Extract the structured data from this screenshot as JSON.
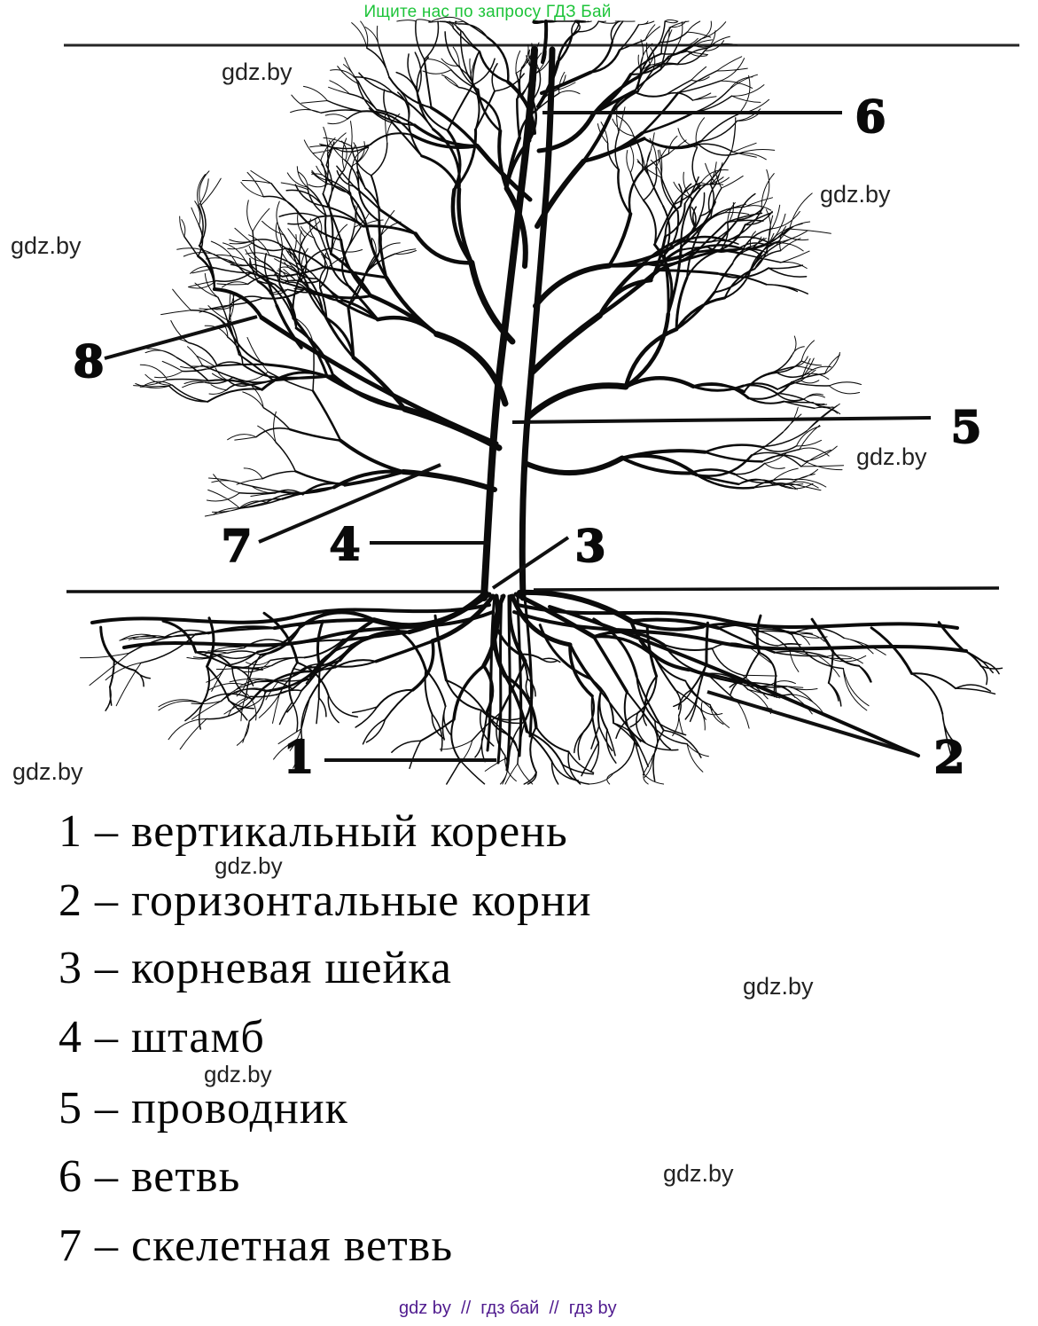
{
  "header": {
    "promo": "Ищите нас по запросу ГДЗ Бай"
  },
  "watermark": {
    "text": "gdz.by"
  },
  "diagram": {
    "labels": [
      {
        "num": "1"
      },
      {
        "num": "2"
      },
      {
        "num": "3"
      },
      {
        "num": "4"
      },
      {
        "num": "5"
      },
      {
        "num": "6"
      },
      {
        "num": "7"
      },
      {
        "num": "8"
      }
    ]
  },
  "legend": {
    "rows": [
      {
        "label": "1 – вертикальный корень"
      },
      {
        "label": "2 – горизонтальные корни"
      },
      {
        "label": "3 – корневая шейка"
      },
      {
        "label": "4 – штамб"
      },
      {
        "label": "5 – проводник"
      },
      {
        "label": "6 – ветвь"
      },
      {
        "label": "7 – скелетная ветвь"
      }
    ]
  },
  "footer": {
    "text": "gdz by  //  гдз бай  //  гдз by"
  },
  "colors": {
    "promo_green": "#1ec43a",
    "footer_purple": "#4f1a8e",
    "ink": "#0b0b0b"
  }
}
